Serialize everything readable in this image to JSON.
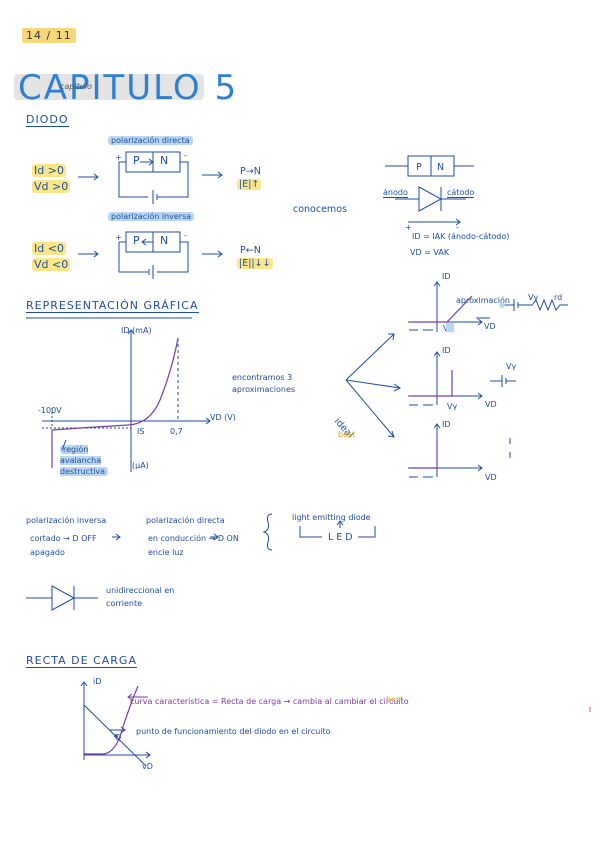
{
  "header": {
    "date": "14 / 11",
    "title": "CAPITULO 5",
    "title_overwrite": "capitulo"
  },
  "diodo": {
    "heading": "DIODO",
    "directa_label": "polarización directa",
    "inversa_label": "polarización inversa",
    "id_pos": "Id >0",
    "vd_pos": "Vd >0",
    "id_neg": "Id <0",
    "vd_neg": "Vd <0",
    "p": "P",
    "n": "N",
    "pn_dir": "P→N",
    "pn_dir_sub": "|E|↑",
    "pn_inv": "P←N",
    "pn_inv_sub": "|E||↓↓",
    "conocemos": "conocemos",
    "anodo": "ánodo",
    "catodo": "cátodo",
    "id_eq": "ID = IAK (ánodo-cátodo)",
    "vd_eq": "VD = VAK"
  },
  "representacion": {
    "heading": "REPRESENTACIÓN GRÁFICA",
    "i_axis": "ID (mA)",
    "v_axis": "VD (V)",
    "ua": "(μA)",
    "v100": "-100V",
    "v07": "0,7",
    "is_label": "IS",
    "region": "región avalancha destructiva",
    "encontramos": "encontramos 3 aproximaciones",
    "ideal": "ideal",
    "best": "best",
    "ap1_label": "Vγ",
    "ap_note": "aproximación",
    "vd_small": "VD",
    "id_small": "ID",
    "rd": "rd",
    "vg": "Vγ"
  },
  "notes": {
    "inversa_title": "polarización inversa",
    "inversa_text": "cortado → D OFF apagado",
    "directa_title": "polarización directa",
    "directa_text": "en conducción → D ON encie luz",
    "led_title": "light emitting diode",
    "led": "LED",
    "unidireccional": "unidireccional en corriente"
  },
  "recta": {
    "heading": "RECTA DE CARGA",
    "id": "iD",
    "vd": "vD",
    "curva": "curva característica = Recta de carga → cambia al cambiar el circuito",
    "best": "best",
    "q": "Q",
    "punto": "punto de funcionamiento del diodo en el circuito"
  },
  "colors": {
    "ink": "#1f4fa0",
    "title": "#2f7fd3",
    "highlight_yellow": "#fbe78a",
    "highlight_blue": "#b9d6f2",
    "purple": "#7b3aa8"
  }
}
